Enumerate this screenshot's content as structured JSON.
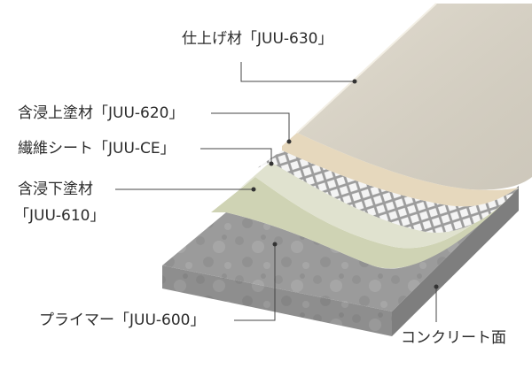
{
  "labels": {
    "finish": "仕上げ材「JUU-630」",
    "upper_coat": "含浸上塗材「JUU-620」",
    "fiber_sheet": "繊維シート「JUU-CE」",
    "lower_coat_line1": "含浸下塗材",
    "lower_coat_line2": "「JUU-610」",
    "primer": "プライマー「JUU-600」",
    "concrete": "コンクリート面"
  },
  "colors": {
    "finish": "#dfd9cb",
    "upper_coat": "#e6d8bd",
    "fiber_sheet": "#ececec",
    "lower_coat": "#e0e2cf",
    "primer": "#cfd3b4",
    "concrete": "#9a9a9a",
    "leader": "#444444",
    "dot": "#333333"
  }
}
